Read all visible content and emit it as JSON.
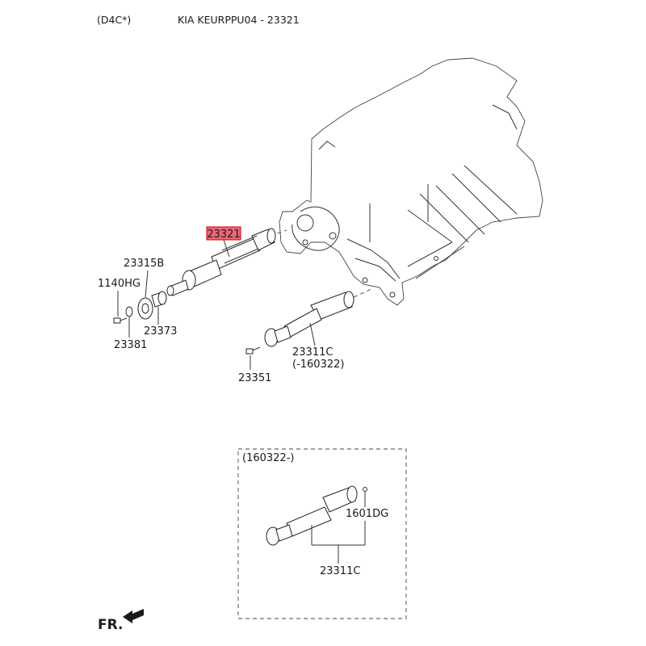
{
  "header": {
    "code": "(D4C*)",
    "title": "KIA KEURPPU04 - 23321"
  },
  "colors": {
    "highlight_fill": "#ee6677",
    "highlight_stroke": "#cc0000",
    "line": "#333333"
  },
  "parts": {
    "highlight_part": "23321",
    "p_23315B": "23315B",
    "p_1140HG": "1140HG",
    "p_23373": "23373",
    "p_23381": "23381",
    "p_23311C": "23311C",
    "p_23311C_note": "(-160322)",
    "p_23351": "23351"
  },
  "inset": {
    "note": "(160322-)",
    "p_1601DG": "1601DG",
    "p_23311C": "23311C"
  },
  "footer": {
    "direction": "FR."
  }
}
